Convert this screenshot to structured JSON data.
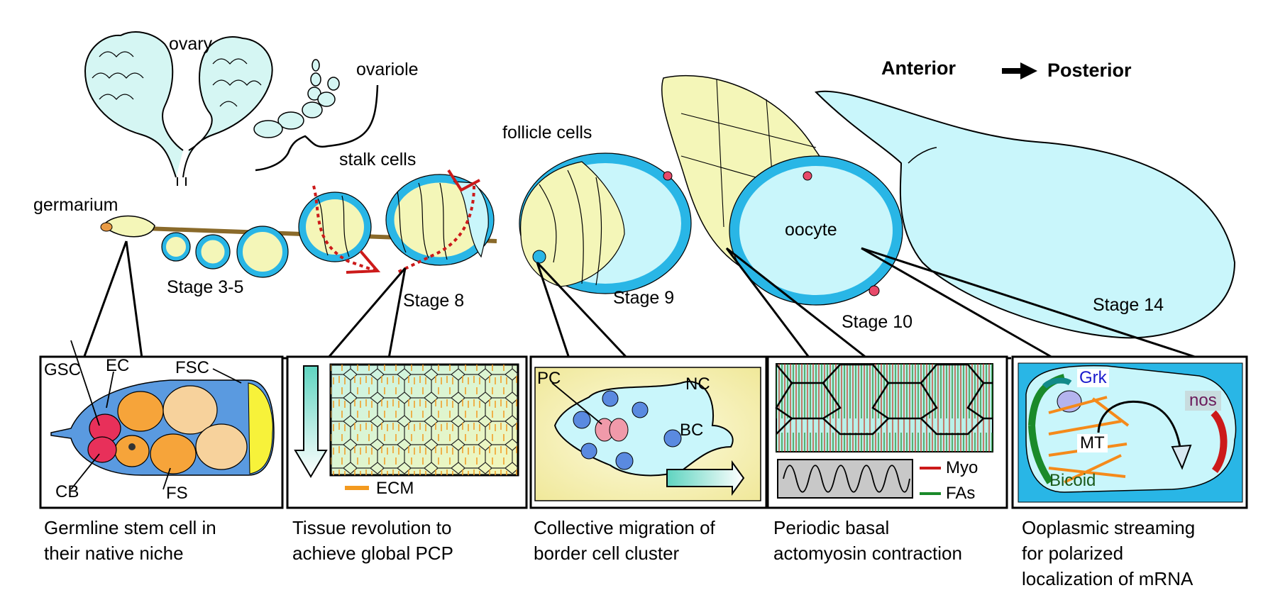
{
  "header": {
    "direction_left": "Anterior",
    "direction_right": "Posterior"
  },
  "labels": {
    "ovary": "ovary",
    "ovariole": "ovariole",
    "stalk_cells": "stalk cells",
    "germarium": "germarium",
    "follicle_cells": "follicle cells",
    "oocyte": "oocyte",
    "stage_3_5": "Stage 3-5",
    "stage_8": "Stage 8",
    "stage_9": "Stage 9",
    "stage_10": "Stage 10",
    "stage_14": "Stage 14"
  },
  "panels": [
    {
      "labels": {
        "gsc": "GSC",
        "ec": "EC",
        "fsc": "FSC",
        "cb": "CB",
        "fs": "FS"
      },
      "caption": [
        "Germline stem cell in",
        "their native niche"
      ]
    },
    {
      "labels": {
        "ecm": "ECM"
      },
      "caption": [
        "Tissue revolution to",
        "achieve global PCP"
      ]
    },
    {
      "labels": {
        "pc": "PC",
        "nc": "NC",
        "bc": "BC"
      },
      "caption": [
        "Collective migration of",
        "border cell cluster"
      ]
    },
    {
      "labels": {
        "myo": "Myo",
        "fas": "FAs"
      },
      "caption": [
        "Periodic basal",
        "actomyosin contraction"
      ]
    },
    {
      "labels": {
        "grk": "Grk",
        "nos": "nos",
        "mt": "MT",
        "bicoid": "Bicoid"
      },
      "caption": [
        "Ooplasmic streaming",
        "for polarized",
        "localization of mRNA"
      ]
    }
  ],
  "colors": {
    "outline": "#000000",
    "follicle_blue": "#29b6e6",
    "oocyte_cyan": "#c9f6fb",
    "nurse_yellow": "#f6f8b8",
    "ovary_fill": "#d5f6f3",
    "polarity_red": "#cc1a1a",
    "ecm_orange": "#f39a1f",
    "fa_green": "#1a8a2a",
    "grk_blue": "#1a1acc",
    "nos_purple": "#6a1a5a",
    "bicoid_green": "#1a5a1a"
  }
}
